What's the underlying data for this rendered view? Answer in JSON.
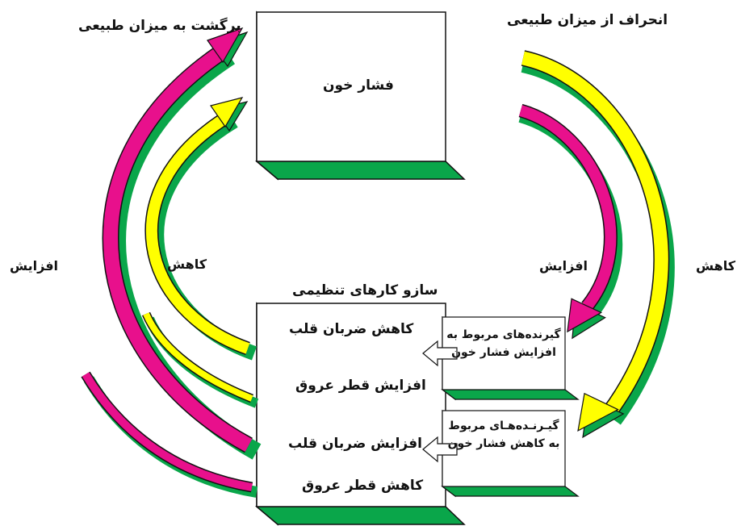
{
  "colors": {
    "magenta": "#e8108c",
    "yellow": "#ffff00",
    "green": "#0aa64a",
    "stroke": "#111111",
    "box": "#ffffff"
  },
  "labels": {
    "top_left": "برگشت به میزان طبیعی",
    "top_right": "انحراف از میزان طبیعی",
    "pressure_box": "فشار خون",
    "left_increase": "افزایش",
    "left_decrease": "کاهش",
    "right_increase": "افزایش",
    "right_decrease": "کاهش",
    "regulation_title": "سازو کارهای تنظیمی",
    "reg_items": [
      "کاهش ضربان قلب",
      "افزایش قطر عروق",
      "افزایش ضربان قلب",
      "کاهش قطر عروق"
    ],
    "receptor_increase": "گیرنده‌های مربوط به افزایش فشار خون",
    "receptor_decrease": "گیـرنـده‌هـای مربوط به کاهش فشار خون"
  },
  "icons": [
    "arrow-curve-magenta",
    "arrow-curve-yellow",
    "hollow-arrow-icon"
  ]
}
